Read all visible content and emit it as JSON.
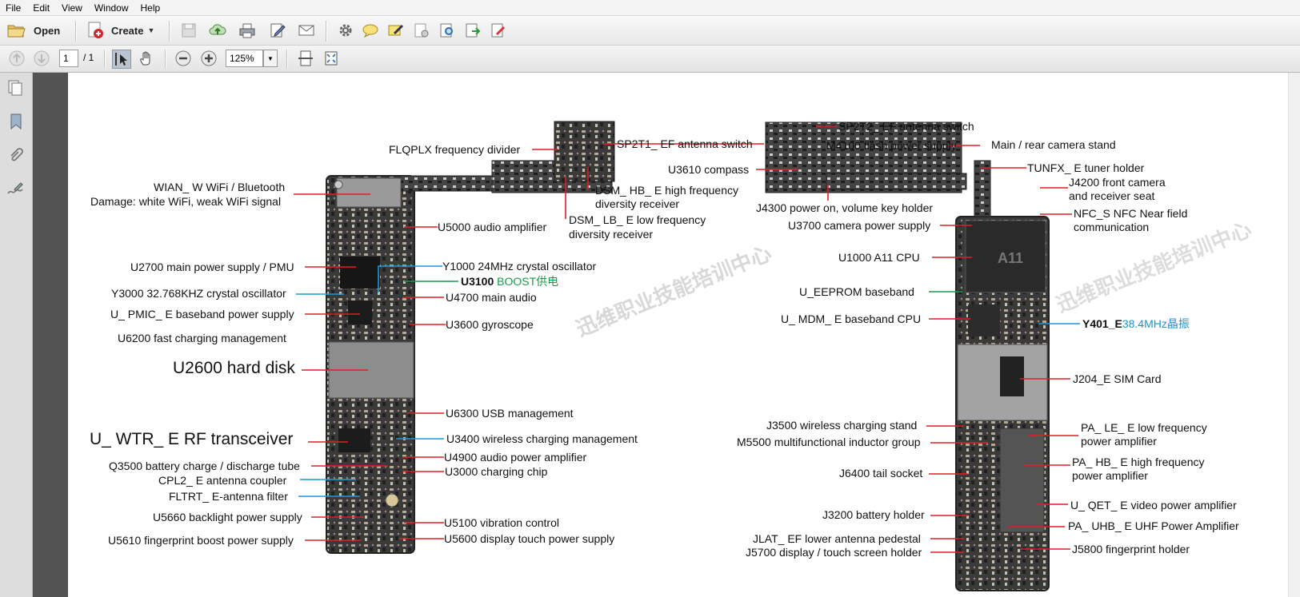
{
  "menu": [
    "File",
    "Edit",
    "View",
    "Window",
    "Help"
  ],
  "toolbar": {
    "open_label": "Open",
    "create_label": "Create"
  },
  "nav": {
    "page_number": "1",
    "page_total": "/ 1",
    "zoom": "125%"
  },
  "colors": {
    "label_line_red": "#e01e25",
    "label_line_blue": "#1a9ad6",
    "label_line_green": "#1b9a4a",
    "board_dark": "#2b2b2b",
    "gutter": "#535353"
  },
  "left_labels": {
    "flqplx": "FLQPLX frequency divider",
    "sp2t1": "SP2T1_ EF antenna switch",
    "wian_1": "WIAN_ W WiFi / Bluetooth",
    "wian_2": "Damage: white WiFi, weak WiFi signal",
    "dsm_hb_1": "DSM_ HB_ E high frequency",
    "dsm_hb_2": "diversity receiver",
    "dsm_lb_1": "DSM_ LB_ E low frequency",
    "dsm_lb_2": "diversity receiver",
    "u5000": "U5000 audio amplifier",
    "u2700": "U2700 main power supply / PMU",
    "y1000": "Y1000 24MHz crystal oscillator",
    "u3100_a": "U3100",
    "u3100_b": "BOOST供电",
    "y3000": "Y3000 32.768KHZ crystal oscillator",
    "u4700": "U4700 main audio",
    "upmic": "U_ PMIC_ E baseband power supply",
    "u3600": "U3600 gyroscope",
    "u6200": "U6200 fast charging management",
    "u2600": "U2600 hard disk",
    "u6300": "U6300 USB management",
    "uwtr": "U_ WTR_ E RF transceiver",
    "u3400": "U3400 wireless charging management",
    "u4900": "U4900 audio power amplifier",
    "q3500": "Q3500 battery charge / discharge tube",
    "u3000": "U3000 charging chip",
    "cpl2": "CPL2_ E antenna coupler",
    "fltrt": "FLTRT_ E-antenna filter",
    "u5660": "U5660 backlight power supply",
    "u5100": "U5100 vibration control",
    "u5610": "U5610 fingerprint boost power supply",
    "u5600": "U5600 display touch power supply"
  },
  "right_labels": {
    "sp2t2": "SP2T2_ EF antenna switch",
    "m4100": "M4100 flash power supply",
    "main_cam": "Main / rear camera stand",
    "u3610": "U3610 compass",
    "tunfx": "TUNFX_ E tuner holder",
    "j4200_1": "J4200 front camera",
    "j4200_2": "and receiver seat",
    "j4300": "J4300 power on, volume key holder",
    "nfc_1": "NFC_S   NFC Near field",
    "nfc_2": "communication",
    "u3700": "U3700 camera power supply",
    "u1000": "U1000 A11 CPU",
    "ueeprom": "U_EEPROM baseband",
    "umdm": "U_ MDM_ E baseband CPU",
    "y401_a": "Y401_E",
    "y401_b": "38.4MHz晶振",
    "j204": "J204_E  SIM Card",
    "j3500": "J3500 wireless charging stand",
    "pa_le_1": "PA_ LE_ E low frequency",
    "pa_le_2": "power amplifier",
    "m5500": "M5500 multifunctional inductor group",
    "pa_hb_1": "PA_ HB_ E high frequency",
    "pa_hb_2": "power amplifier",
    "j6400": "J6400 tail socket",
    "uqet": "U_ QET_ E video power amplifier",
    "j3200": "J3200 battery holder",
    "pa_uhb": "PA_ UHB_ E UHF Power Amplifier",
    "jlat": "JLAT_ EF lower antenna pedestal",
    "j5800": "J5800 fingerprint holder",
    "j5700": "J5700 display / touch screen holder"
  },
  "board": {
    "a11_mark": "A11",
    "watermark": "迅维职业技能培训中心"
  }
}
